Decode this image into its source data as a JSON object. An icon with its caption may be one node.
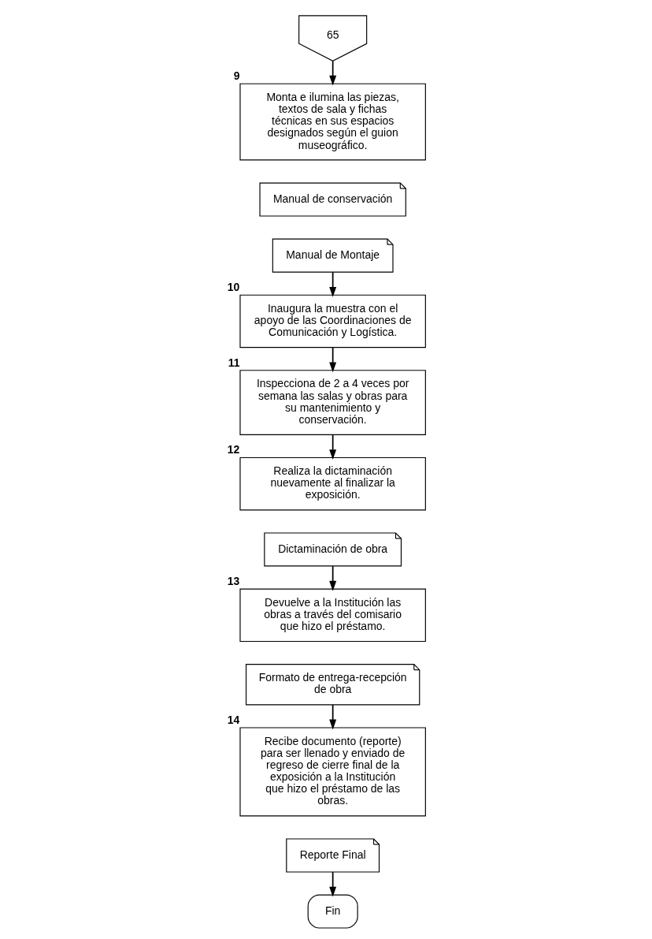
{
  "diagram": {
    "nodes": [
      {
        "text": [
          "65"
        ]
      },
      {
        "text": [
          "Monta e ilumina las piezas, textos de sala y fichas técnicas en sus espacios designados según el guion museográfico."
        ],
        "beside": [
          "9"
        ]
      },
      {
        "text": [
          "Manual de conservación"
        ]
      },
      {
        "text": [
          "Manual de Montaje"
        ]
      },
      {
        "text": [
          "Inaugura la muestra con el apoyo de las Coordinaciones de Comunicación y Logística."
        ],
        "beside": [
          "10"
        ]
      },
      {
        "text": [
          "Inspecciona de 2 a 4 veces por semana las salas y obras para su mantenimiento y conservación."
        ],
        "beside": [
          "11"
        ]
      },
      {
        "text": [
          "Realiza la dictaminación nuevamente al finalizar la exposición."
        ],
        "beside": [
          "12"
        ]
      },
      {
        "text": [
          "Dictaminación de obra"
        ]
      },
      {
        "text": [
          "Devuelve a la Institución las obras a través del comisario que hizo el préstamo."
        ],
        "beside": [
          "13"
        ]
      },
      {
        "text": [
          "Formato de entrega-recepción de obra"
        ]
      },
      {
        "text": [
          "Recibe documento (reporte) para ser llenado y enviado de regreso de cierre final de la exposición a la Institución que hizo el préstamo de las obras."
        ],
        "beside": [
          "14"
        ]
      },
      {
        "text": [
          "Reporte Final"
        ]
      },
      {
        "text": [
          "Fin"
        ]
      }
    ],
    "edges": [
      {
        "from": 0,
        "to": 1,
        "arrow": "to"
      },
      {
        "from": 3,
        "to": 4,
        "arrow": "to"
      },
      {
        "from": 4,
        "to": 5,
        "arrow": "to"
      },
      {
        "from": 5,
        "to": 6,
        "arrow": "to"
      },
      {
        "from": 7,
        "to": 8,
        "arrow": "to"
      },
      {
        "from": 9,
        "to": 10,
        "arrow": "to"
      },
      {
        "from": 11,
        "to": 12,
        "arrow": "to"
      }
    ]
  }
}
